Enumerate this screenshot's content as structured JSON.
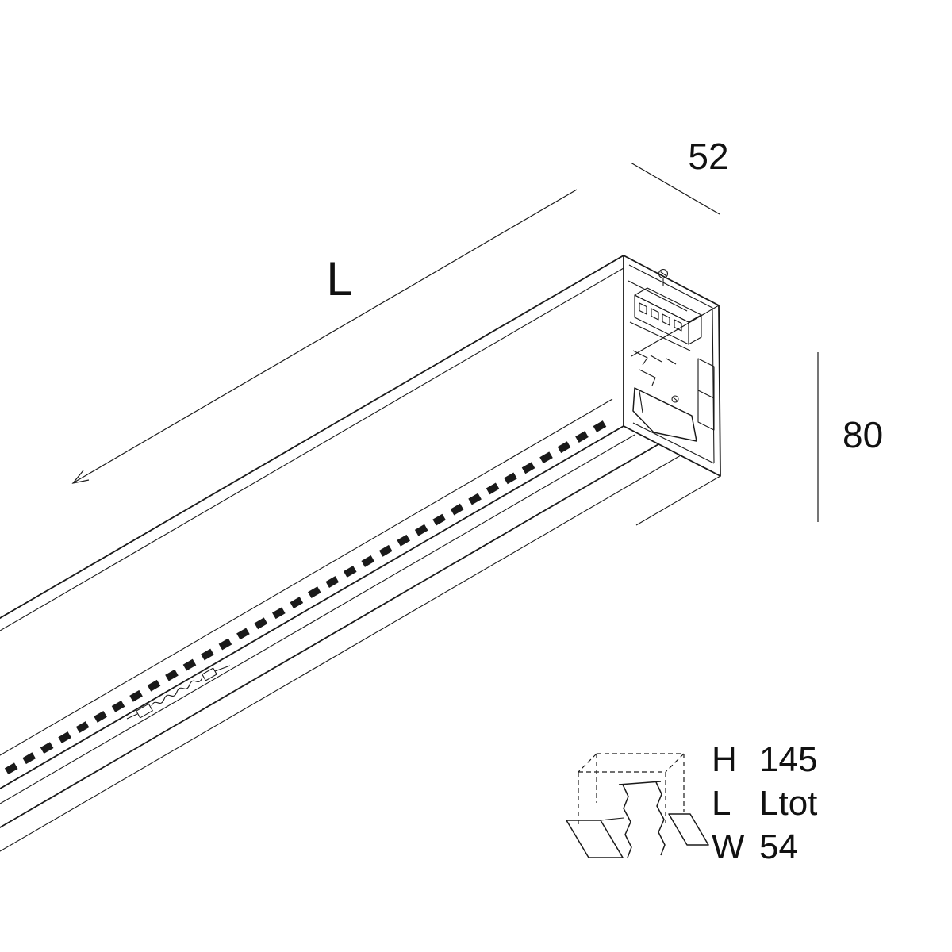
{
  "dimensions": {
    "top_width": "52",
    "length_label": "L",
    "side_height": "80"
  },
  "recess_spec": {
    "rows": [
      {
        "key": "H",
        "value": "145"
      },
      {
        "key": "L",
        "value": "Ltot"
      },
      {
        "key": "W",
        "value": "54"
      }
    ]
  },
  "colors": {
    "ink": "#1a1a1a",
    "background": "#ffffff"
  }
}
